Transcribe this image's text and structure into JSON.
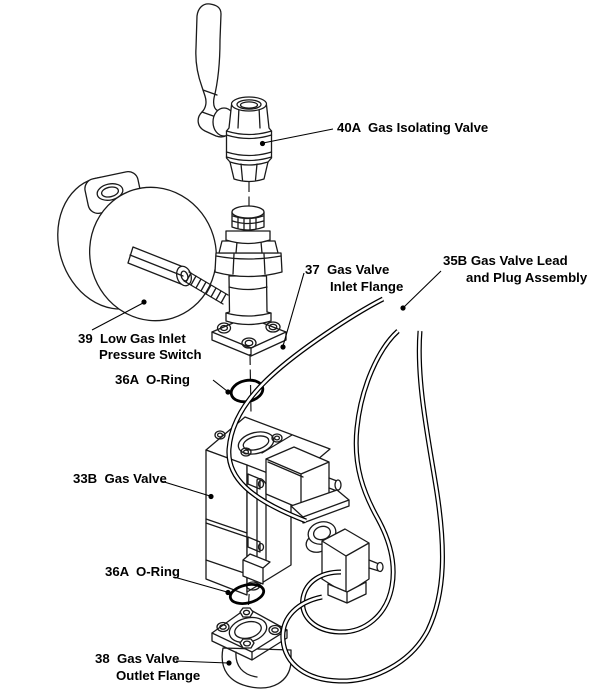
{
  "figure": {
    "type": "exploded-parts-diagram",
    "background": "#ffffff",
    "line_color": "#000000",
    "labels": {
      "isolating_valve": {
        "line1": "40A  Gas Isolating Valve"
      },
      "inlet_flange": {
        "line1": "37  Gas Valve",
        "line2": "Inlet Flange"
      },
      "lead_plug": {
        "line1": "35B Gas Valve Lead",
        "line2": "and Plug Assembly"
      },
      "pressure_switch": {
        "line1": "39  Low Gas Inlet",
        "line2": "Pressure Switch"
      },
      "oring_upper": {
        "line1": "36A  O-Ring"
      },
      "gas_valve": {
        "line1": "33B  Gas Valve"
      },
      "oring_lower": {
        "line1": "36A  O-Ring"
      },
      "outlet_flange": {
        "line1": "38  Gas Valve",
        "line2": "Outlet Flange"
      }
    }
  }
}
